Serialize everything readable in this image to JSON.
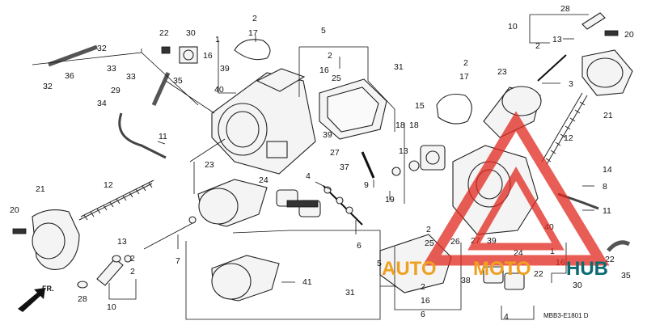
{
  "diagram": {
    "drawing_code": "MBB3-E1801 D",
    "direction_arrow_label": "FR.",
    "callouts": [
      "1",
      "2",
      "3",
      "4",
      "5",
      "6",
      "7",
      "8",
      "9",
      "10",
      "11",
      "12",
      "13",
      "14",
      "15",
      "16",
      "17",
      "18",
      "19",
      "20",
      "21",
      "22",
      "23",
      "24",
      "25",
      "26",
      "27",
      "28",
      "29",
      "30",
      "31",
      "32",
      "33",
      "34",
      "35",
      "36",
      "37",
      "38",
      "39",
      "40",
      "41"
    ]
  },
  "watermark": {
    "text_left": "AUTO",
    "text_mid": "MOTO",
    "text_right": "HUB",
    "triangle_color": "#e0281e",
    "text_orange": "#f0a020",
    "text_teal": "#0a6a72"
  }
}
